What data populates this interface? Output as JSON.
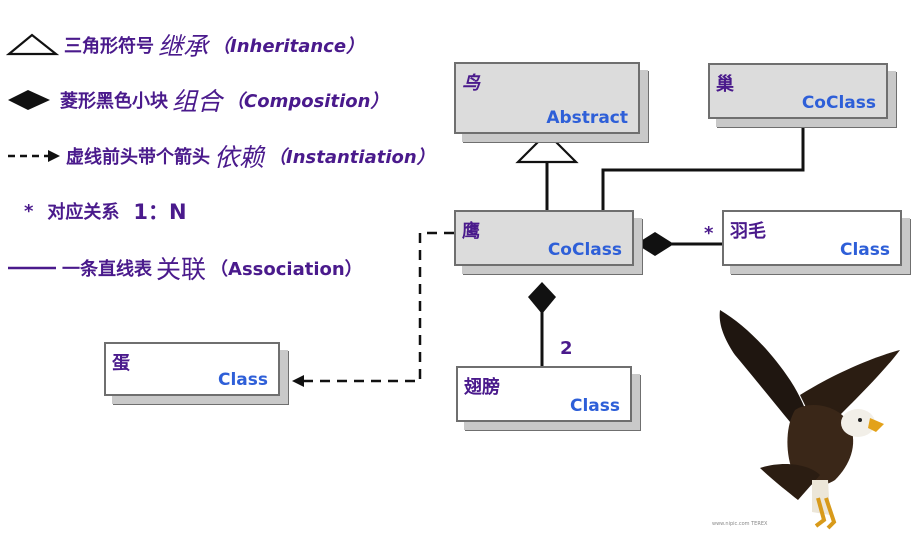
{
  "legend": [
    {
      "symbol": "triangle",
      "text": "三角形符号",
      "term": "继承",
      "english": "（Inheritance）"
    },
    {
      "symbol": "diamond",
      "text": "菱形黑色小块",
      "term": "组合",
      "english": "（Composition）"
    },
    {
      "symbol": "dashed-arrow",
      "text": "虚线前头带个箭头",
      "term": "依赖",
      "english": "（Instantiation）"
    },
    {
      "symbol": "star",
      "marker": "*",
      "text": "对应关系",
      "term": "1：N"
    },
    {
      "symbol": "line",
      "text": "一条直线表",
      "term": "关联",
      "english": "（Association）"
    }
  ],
  "classes": {
    "bird": {
      "name": "鸟",
      "stereotype": "Abstract"
    },
    "nest": {
      "name": "巢",
      "stereotype": "CoClass"
    },
    "eagle": {
      "name": "鹰",
      "stereotype": "CoClass"
    },
    "feather": {
      "name": "羽毛",
      "stereotype": "Class"
    },
    "egg": {
      "name": "蛋",
      "stereotype": "Class"
    },
    "wing": {
      "name": "翅膀",
      "stereotype": "Class"
    }
  },
  "multiplicity": {
    "feather": "*",
    "wing": "2"
  },
  "watermark": "www.nipic.com  TEREX",
  "colors": {
    "text": "#4a1a8c",
    "stereotype": "#2e5fd8",
    "box_border": "#6f6f6f",
    "box_shadow": "#c9c9c9",
    "abstract_fill": "#dcdcdc"
  }
}
